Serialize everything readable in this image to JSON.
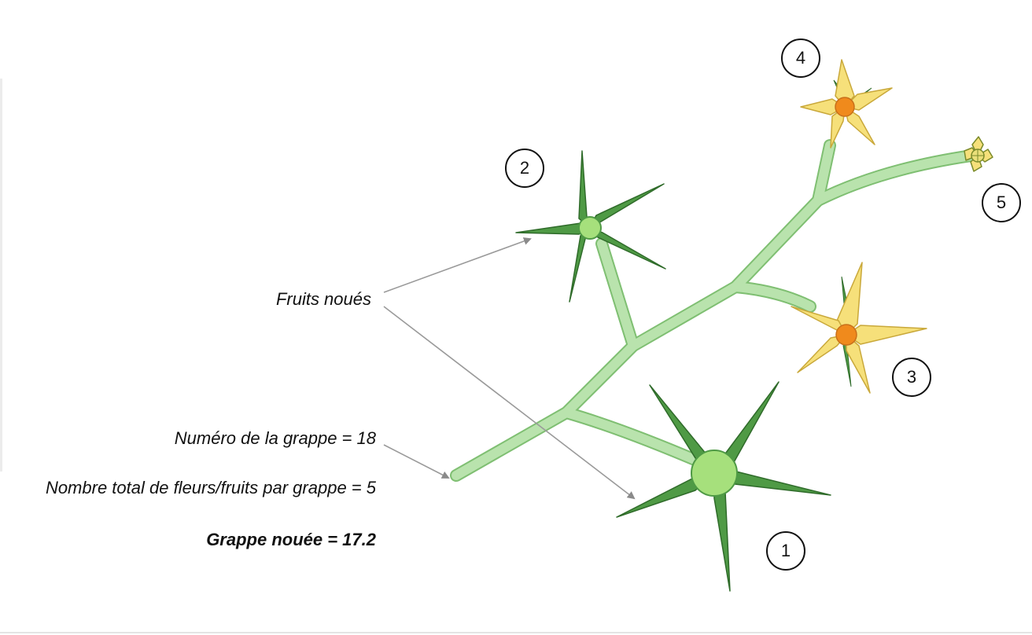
{
  "labels": {
    "fruits_noues": "Fruits noués",
    "numero_grappe": "Numéro de la grappe = 18",
    "nombre_total": "Nombre total de fleurs/fruits par grappe = 5",
    "grappe_nouee": "Grappe nouée = 17.2"
  },
  "markers": [
    "1",
    "2",
    "3",
    "4",
    "5"
  ],
  "colors": {
    "stem": "#b9e3ad",
    "stem_edge": "#7fbf72",
    "fruit_set_sepal": "#4f9a45",
    "fruit_set_sepal_dark": "#2f6b2a",
    "fruit": "#a6e07c",
    "petal": "#f6e07a",
    "petal_edge": "#c9a83a",
    "flower_center": "#f08a1c",
    "arrow": "#9a9a9a"
  },
  "icons": {
    "fruit_set": "green-star-calyx-icon",
    "flower": "yellow-flower-icon",
    "bud": "flower-bud-icon"
  }
}
